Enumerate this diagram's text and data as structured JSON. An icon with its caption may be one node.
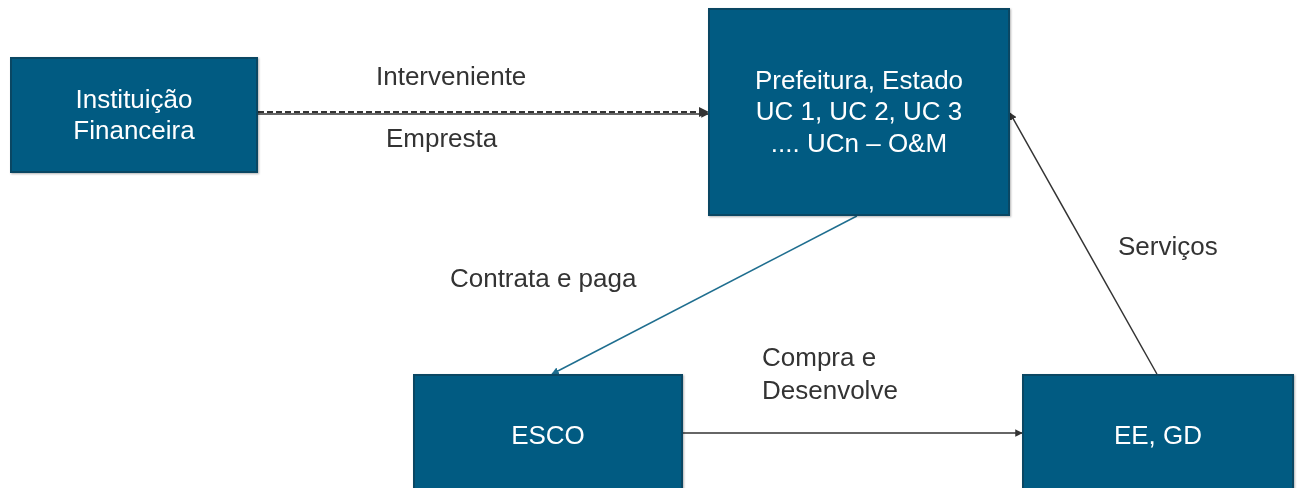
{
  "diagram": {
    "nodes": [
      {
        "text": [
          "Instituição Financeira"
        ]
      },
      {
        "text": [
          "Prefeitura, Estado UC 1, UC 2, UC 3 .... UCn – O&M"
        ]
      },
      {
        "text": [
          "ESCO"
        ]
      },
      {
        "text": [
          "EE, GD"
        ]
      }
    ],
    "edges": [
      {
        "from": 0,
        "to": 1,
        "arrow": "to",
        "label": "Interveniente"
      },
      {
        "from": 0,
        "to": 1,
        "arrow": "to",
        "label": "Empresta",
        "style": "dashed"
      },
      {
        "from": 1,
        "to": 2,
        "arrow": "to",
        "label": "Contrata e paga",
        "color": "#1f6e8f"
      },
      {
        "from": 2,
        "to": 3,
        "arrow": "to",
        "label": "Compra e Desenvolve"
      },
      {
        "from": 3,
        "to": 1,
        "arrow": "to",
        "label": "Serviços"
      }
    ]
  }
}
